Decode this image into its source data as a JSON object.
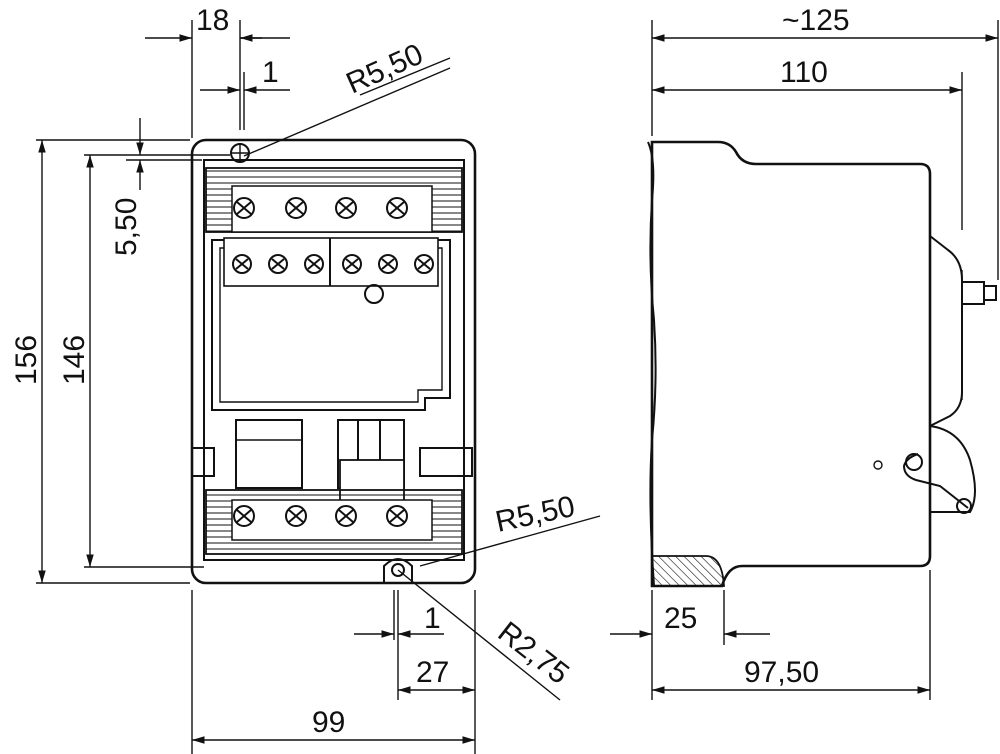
{
  "diagram": {
    "front_view": {
      "dims": {
        "height_overall": "156",
        "height_inner": "146",
        "width_overall": "99",
        "top_offset": "18",
        "top_hole_offset": "1",
        "side_offset": "5,50",
        "top_radius": "R5,50",
        "bottom_radius": "R5,50",
        "bottom_hole_radius": "R2,75",
        "bottom_hole_offset": "1",
        "bottom_offset": "27"
      }
    },
    "side_view": {
      "dims": {
        "depth_overall": "~125",
        "depth_body": "110",
        "rail_width": "25",
        "depth_front": "97,50"
      }
    }
  }
}
